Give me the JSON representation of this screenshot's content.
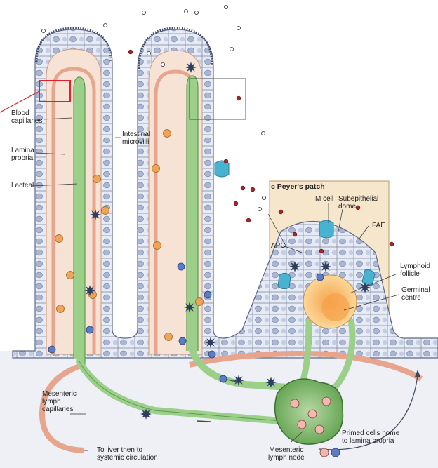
{
  "labels": {
    "blood_capillaries": "Blood\ncapillaries",
    "lamina_propria": "Lamina\npropria",
    "lacteal": "Lacteal",
    "intestinal_microvilli": "Intestinal\nmicrovilli",
    "peyers_patch_title": "c  Peyer's patch",
    "m_cell": "M cell",
    "subepithelial_dome": "Subepithelial\ndome",
    "apc": "APC",
    "fae": "FAE",
    "lymphoid_follicle": "Lymphoid\nfollicle",
    "germinal_centre": "Germinal\ncentre",
    "mesenteric_lymph_capillaries": "Mesenteric\nlymph\ncapillaries",
    "to_liver": "To liver then to\nsystemic circulation",
    "primed_cells": "Primed cells home\nto lamina propria",
    "mesenteric_lymph_node": "Mesenteric\nlymph node"
  },
  "colors": {
    "epithelium": "#e6ebf5",
    "epithelium_stroke": "#7f8aa3",
    "nucleus": "#a9b6d4",
    "lamina": "#f7e3d6",
    "capillary": "#f2c7b2",
    "lacteal": "#9ccf8a",
    "lacteal_stroke": "#5f9a4e",
    "peyer_box": "#f5e6cc",
    "follicle": "#fbd89a",
    "germinal": "#f6a24a",
    "m_cell": "#48b3d0",
    "dendritic": "#2f3d5e",
    "highlight": "#e0202a",
    "antigen_red": "#a3282c",
    "orange_cell": "#f0a458",
    "blue_cell": "#5c7cc4"
  }
}
